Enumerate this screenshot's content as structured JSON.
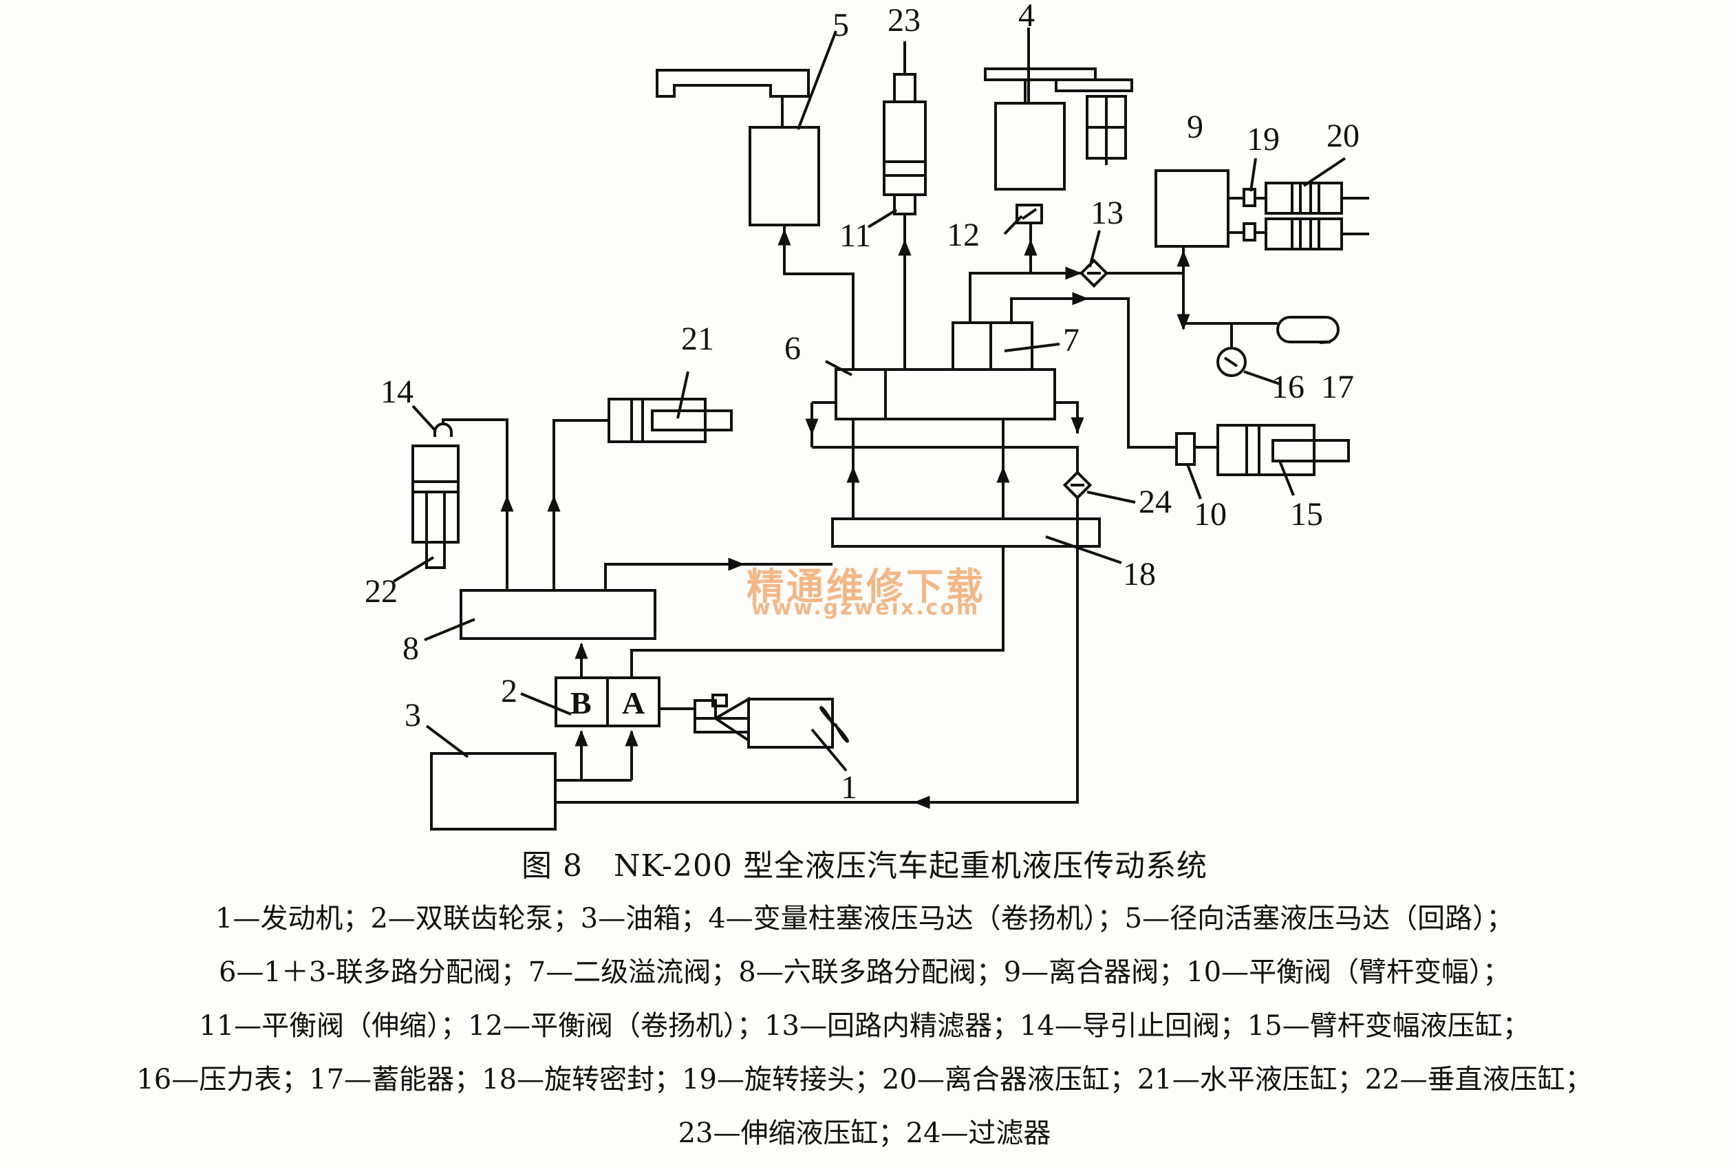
{
  "figure": {
    "title": "图 8　NK-200 型全液压汽车起重机液压传动系统",
    "legend_lines": [
      "1—发动机；2—双联齿轮泵；3—油箱；4—变量柱塞液压马达（卷扬机）；5—径向活塞液压马达（回路）；",
      "6—1＋3-联多路分配阀；7—二级溢流阀；8—六联多路分配阀；9—离合器阀；10—平衡阀（臂杆变幅）；",
      "11—平衡阀（伸缩）；12—平衡阀（卷扬机）；13—回路内精滤器；14—导引止回阀；15—臂杆变幅液压缸；",
      "16—压力表；17—蓄能器；18—旋转密封；19—旋转接头；20—离合器液压缸；21—水平液压缸；22—垂直液压缸；",
      "23—伸缩液压缸；24—过滤器"
    ]
  },
  "labels": {
    "n1": "1",
    "n2": "2",
    "n3": "3",
    "n4": "4",
    "n5": "5",
    "n6": "6",
    "n7": "7",
    "n8": "8",
    "n9": "9",
    "n10": "10",
    "n11": "11",
    "n12": "12",
    "n13": "13",
    "n14": "14",
    "n15": "15",
    "n16": "16",
    "n17": "17",
    "n18": "18",
    "n19": "19",
    "n20": "20",
    "n21": "21",
    "n22": "22",
    "n23": "23",
    "n24": "24",
    "pump_a": "A",
    "pump_b": "B"
  },
  "watermark": {
    "cn": "精通维修下载",
    "url": "www.gzweix.com"
  }
}
